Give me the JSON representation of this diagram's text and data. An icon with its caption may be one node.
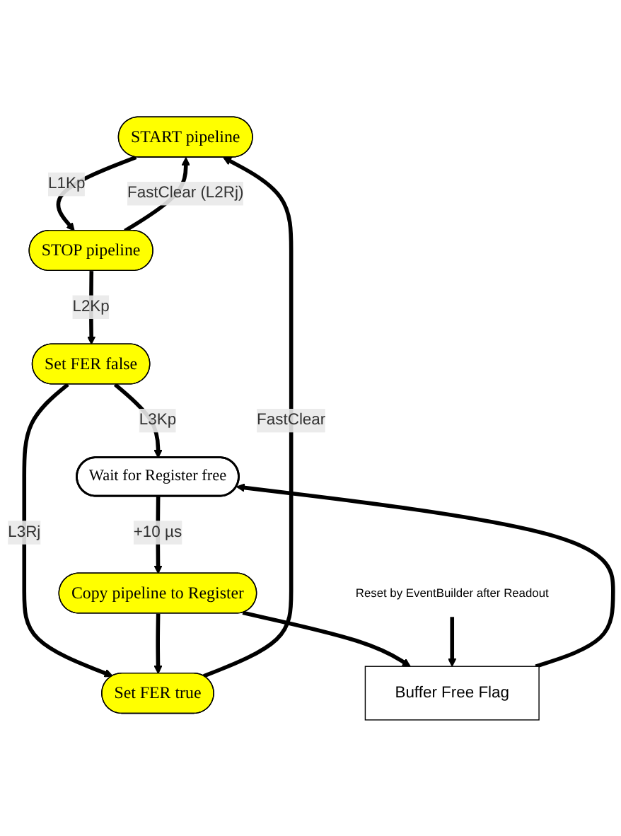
{
  "diagram": {
    "nodes": [
      {
        "text": [
          "START pipeline"
        ]
      },
      {
        "text": [
          "STOP pipeline"
        ]
      },
      {
        "text": [
          "Set FER false"
        ]
      },
      {
        "text": [
          "Wait for Register free"
        ]
      },
      {
        "text": [
          "Set FER true"
        ]
      },
      {
        "text": [
          "Copy pipeline to Register"
        ]
      },
      {
        "text": [
          "Buffer Free Flag"
        ]
      },
      {
        "text": [
          "Reset by EventBuilder after Readout"
        ]
      }
    ],
    "edges": [
      {
        "from": 0,
        "to": 1,
        "arrow": "to",
        "label": "L1Kp"
      },
      {
        "from": 1,
        "to": 0,
        "arrow": "to",
        "label": "FastClear (L2Rj)"
      },
      {
        "from": 1,
        "to": 2,
        "arrow": "to",
        "label": "L2Kp"
      },
      {
        "from": 2,
        "to": 3,
        "arrow": "to",
        "label": "L3Kp"
      },
      {
        "from": 2,
        "to": 4,
        "arrow": "to",
        "label": "L3Rj"
      },
      {
        "from": 4,
        "to": 0,
        "arrow": "to",
        "label": "FastClear"
      },
      {
        "from": 3,
        "to": 5,
        "arrow": "to",
        "label": "+10 µs"
      },
      {
        "from": 5,
        "to": 4,
        "arrow": "to"
      },
      {
        "from": 6,
        "to": 3,
        "arrow": "to"
      },
      {
        "from": 5,
        "to": 6,
        "arrow": "to"
      },
      {
        "from": 7,
        "to": 6,
        "arrow": "to"
      }
    ]
  }
}
